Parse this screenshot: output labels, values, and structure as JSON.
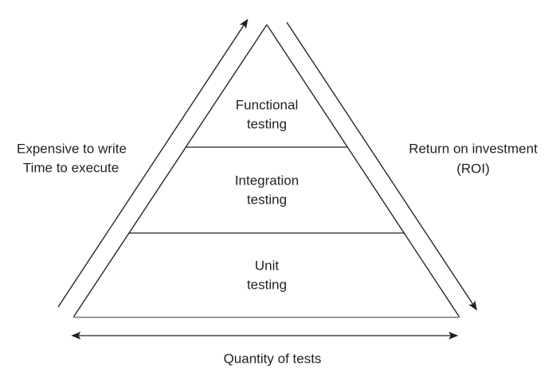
{
  "diagram": {
    "pyramid_levels": [
      {
        "name": "functional-testing",
        "line1": "Functional",
        "line2": "testing"
      },
      {
        "name": "integration-testing",
        "line1": "Integration",
        "line2": "testing"
      },
      {
        "name": "unit-testing",
        "line1": "Unit",
        "line2": "testing"
      }
    ],
    "left_annotation": {
      "line1": "Expensive to write",
      "line2": "Time to execute"
    },
    "right_annotation": {
      "line1": "Return on investment",
      "line2": "(ROI)"
    },
    "bottom_axis_label": "Quantity of tests",
    "colors": {
      "stroke": "#231f20",
      "base_stroke": "#97999b",
      "text": "#231f20",
      "background": "#ffffff"
    }
  }
}
